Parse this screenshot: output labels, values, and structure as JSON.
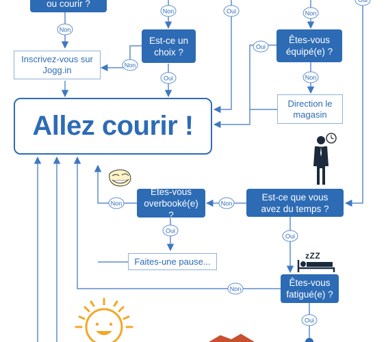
{
  "nodes": {
    "q_top_left": "ou courir ?",
    "q_choice": "Est-ce un choix ?",
    "q_equipped": "Êtes-vous équipé(e) ?",
    "signup": "Inscrivez-vous sur Jogg.in",
    "go_run": "Allez courir !",
    "store": "Direction le magasin",
    "q_time": "Est-ce que vous avez du temps ?",
    "q_overbooked": "Êtes-vous overbooké(e) ?",
    "pause": "Faites-une pause...",
    "q_tired": "Êtes-vous fatigué(e) ?"
  },
  "labels": {
    "non": "Non",
    "oui": "Oui",
    "zzz": "zZZ"
  },
  "colors": {
    "primary": "#2d6bb5",
    "line": "#5b8ccc",
    "sun": "#f5a623",
    "roof": "#c8502e"
  },
  "icons": [
    "clock-icon",
    "person-icon",
    "troll-face-icon",
    "sleeping-person-icon",
    "sun-icon",
    "roof-icon"
  ]
}
